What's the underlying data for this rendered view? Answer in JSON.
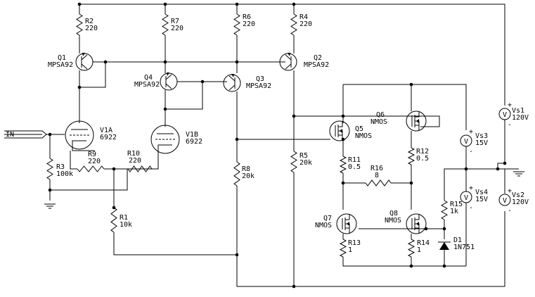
{
  "input": {
    "label": "IN"
  },
  "components": [
    {
      "id": "r2",
      "ref": "R2",
      "value": "220",
      "kind": "resistor"
    },
    {
      "id": "r7",
      "ref": "R7",
      "value": "220",
      "kind": "resistor"
    },
    {
      "id": "r6",
      "ref": "R6",
      "value": "220",
      "kind": "resistor"
    },
    {
      "id": "r4",
      "ref": "R4",
      "value": "220",
      "kind": "resistor"
    },
    {
      "id": "q1",
      "ref": "Q1",
      "value": "MPSA92",
      "kind": "pnp"
    },
    {
      "id": "q2",
      "ref": "Q2",
      "value": "MPSA92",
      "kind": "pnp"
    },
    {
      "id": "q3",
      "ref": "Q3",
      "value": "MPSA92",
      "kind": "pnp"
    },
    {
      "id": "q4",
      "ref": "Q4",
      "value": "MPSA92",
      "kind": "pnp"
    },
    {
      "id": "v1a",
      "ref": "V1A",
      "value": "6922",
      "kind": "triode"
    },
    {
      "id": "v1b",
      "ref": "V1B",
      "value": "6922",
      "kind": "triode"
    },
    {
      "id": "r9",
      "ref": "R9",
      "value": "220",
      "kind": "resistor"
    },
    {
      "id": "r10",
      "ref": "R10",
      "value": "220",
      "kind": "resistor"
    },
    {
      "id": "r3",
      "ref": "R3",
      "value": "100k",
      "kind": "resistor"
    },
    {
      "id": "r1",
      "ref": "R1",
      "value": "10k",
      "kind": "resistor"
    },
    {
      "id": "r8",
      "ref": "R8",
      "value": "20k",
      "kind": "resistor"
    },
    {
      "id": "r5",
      "ref": "R5",
      "value": "20k",
      "kind": "resistor"
    },
    {
      "id": "q5",
      "ref": "Q5",
      "value": "NMOS",
      "kind": "nmos"
    },
    {
      "id": "q6",
      "ref": "Q6",
      "value": "NMOS",
      "kind": "nmos"
    },
    {
      "id": "q7",
      "ref": "Q7",
      "value": "NMOS",
      "kind": "nmos"
    },
    {
      "id": "q8",
      "ref": "Q8",
      "value": "NMOS",
      "kind": "nmos"
    },
    {
      "id": "r11",
      "ref": "R11",
      "value": "0.5",
      "kind": "resistor"
    },
    {
      "id": "r12",
      "ref": "R12",
      "value": "0.5",
      "kind": "resistor"
    },
    {
      "id": "r16",
      "ref": "R16",
      "value": "8",
      "kind": "resistor"
    },
    {
      "id": "r13",
      "ref": "R13",
      "value": "1",
      "kind": "resistor"
    },
    {
      "id": "r14",
      "ref": "R14",
      "value": "1",
      "kind": "resistor"
    },
    {
      "id": "r15",
      "ref": "R15",
      "value": "1k",
      "kind": "resistor"
    },
    {
      "id": "d1",
      "ref": "D1",
      "value": "1N751",
      "kind": "zener"
    },
    {
      "id": "vs1",
      "ref": "Vs1",
      "value": "120V",
      "kind": "vsource"
    },
    {
      "id": "vs2",
      "ref": "Vs2",
      "value": "120V",
      "kind": "vsource"
    },
    {
      "id": "vs3",
      "ref": "Vs3",
      "value": "15V",
      "kind": "vsource"
    },
    {
      "id": "vs4",
      "ref": "Vs4",
      "value": "15V",
      "kind": "vsource"
    }
  ],
  "source_marks": {
    "plus": "+",
    "minus": "-",
    "symbol": "V"
  }
}
